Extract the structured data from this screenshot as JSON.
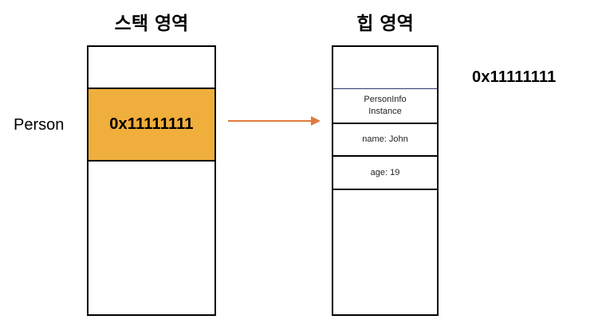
{
  "stack": {
    "title": "스택 영역",
    "reference_value": "0x11111111",
    "highlight_color": "#f0ae3c"
  },
  "variable": {
    "name": "Person"
  },
  "heap": {
    "title": "힙 영역",
    "address": "0x11111111",
    "instance_line1": "PersonInfo",
    "instance_line2": "Instance",
    "field_name": "name: John",
    "field_age": "age: 19"
  },
  "arrow": {
    "color": "#e07a3c"
  }
}
